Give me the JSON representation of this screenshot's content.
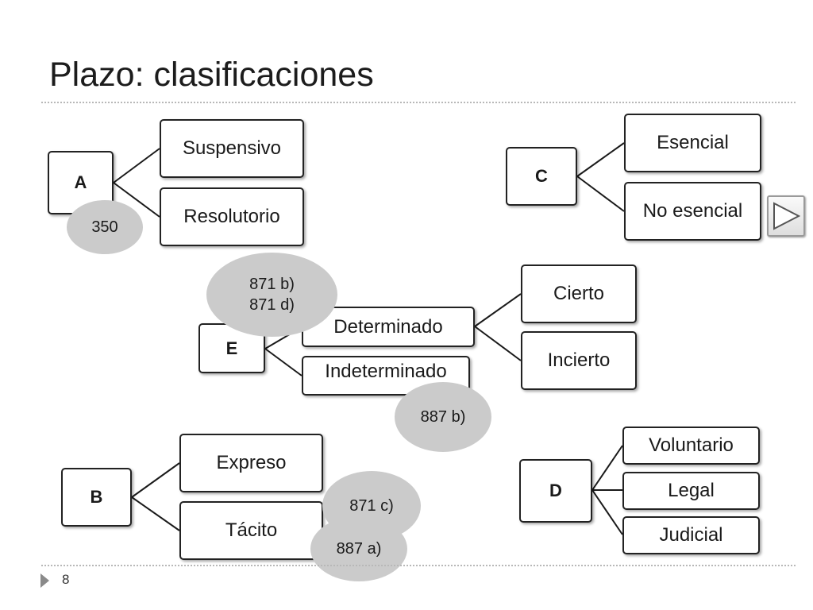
{
  "title": "Plazo: clasificaciones",
  "page_number": "8",
  "groups": {
    "A": {
      "label": "A",
      "children": [
        "Suspensivo",
        "Resolutorio"
      ],
      "note": "350"
    },
    "B": {
      "label": "B",
      "children": [
        "Expreso",
        "Tácito"
      ],
      "notes": [
        "871 c)",
        "887 a)"
      ]
    },
    "C": {
      "label": "C",
      "children": [
        "Esencial",
        "No esencial"
      ]
    },
    "D": {
      "label": "D",
      "children": [
        "Voluntario",
        "Legal",
        "Judicial"
      ]
    },
    "E": {
      "label": "E",
      "children": [
        "Determinado",
        "Indeterminado"
      ],
      "determinado_children": [
        "Cierto",
        "Incierto"
      ],
      "notes": {
        "determinado": [
          "871 b)",
          "871 d)"
        ],
        "indeterminado": "887 b)"
      }
    }
  },
  "icons": {
    "next": "play-next-icon",
    "page": "page-arrow-icon"
  },
  "colors": {
    "bubble": "#cbcbcb",
    "border": "#222222",
    "rule": "#b8b8b8"
  }
}
